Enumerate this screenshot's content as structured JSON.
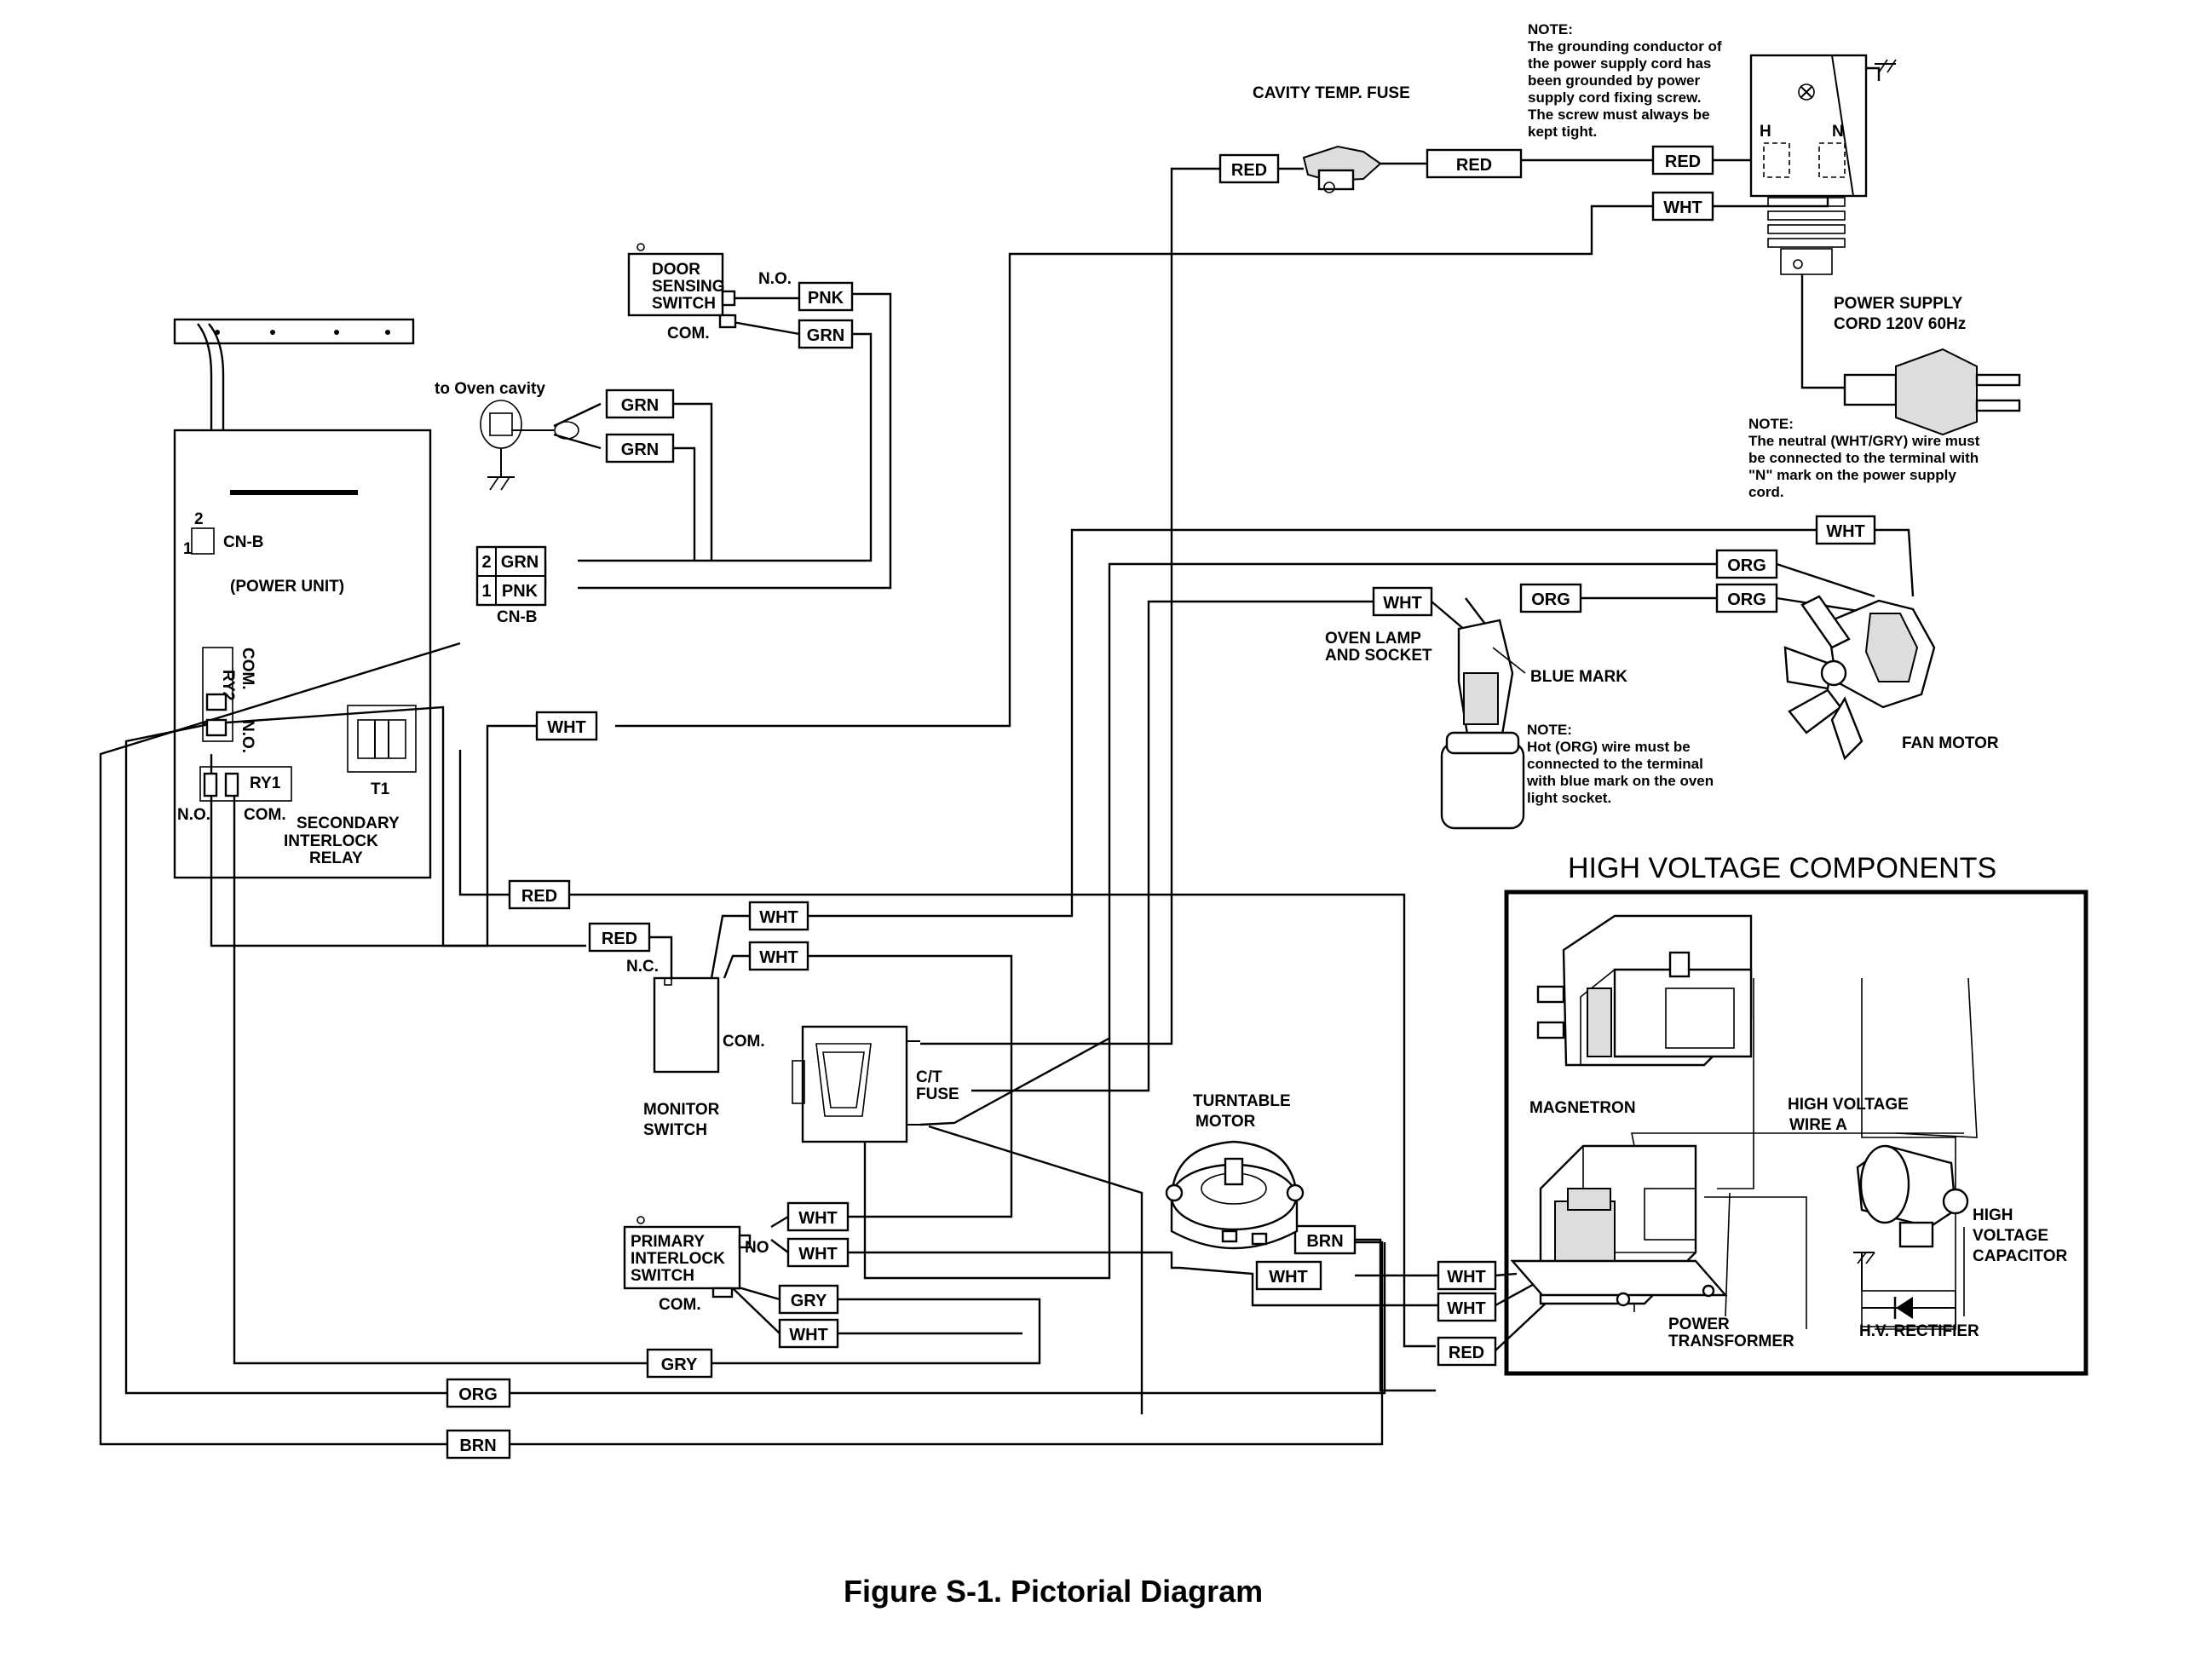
{
  "figure_caption": "Figure S-1. Pictorial Diagram",
  "section_title": "HIGH VOLTAGE COMPONENTS",
  "labels": {
    "cavity_temp_fuse": "CAVITY TEMP. FUSE",
    "power_cord": [
      "POWER SUPPLY",
      "CORD 120V 60Hz"
    ],
    "door_sensing_switch": [
      "DOOR",
      "SENSING",
      "SWITCH"
    ],
    "no": "N.O.",
    "com": "COM.",
    "nc": "N.C.",
    "no_short": "NO",
    "to_oven_cavity": "to Oven cavity",
    "cn_b": "CN-B",
    "cn_b_pin1": "1",
    "cn_b_pin2": "2",
    "power_unit": "(POWER UNIT)",
    "ry2": "RY2",
    "ry1": "RY1",
    "t1": "T1",
    "secondary_interlock_relay": [
      "SECONDARY",
      "INTERLOCK",
      "RELAY"
    ],
    "oven_lamp": [
      "OVEN LAMP",
      "AND SOCKET"
    ],
    "blue_mark": "BLUE MARK",
    "fan_motor": "FAN MOTOR",
    "monitor_switch": [
      "MONITOR",
      "SWITCH"
    ],
    "ct_fuse": [
      "C/T",
      "FUSE"
    ],
    "turntable_motor": [
      "TURNTABLE",
      "MOTOR"
    ],
    "primary_interlock_switch": [
      "PRIMARY",
      "INTERLOCK",
      "SWITCH"
    ],
    "magnetron": "MAGNETRON",
    "hv_wire_a": [
      "HIGH VOLTAGE",
      "WIRE A"
    ],
    "hv_capacitor": [
      "HIGH",
      "VOLTAGE",
      "CAPACITOR"
    ],
    "power_transformer": [
      "POWER",
      "TRANSFORMER"
    ],
    "hv_rectifier": "H.V. RECTIFIER",
    "terminal_h": "H",
    "terminal_n": "N"
  },
  "notes": {
    "ground": [
      "NOTE:",
      "The grounding conductor of",
      "the power supply cord has",
      "been grounded by power",
      "supply cord fixing screw.",
      "The screw must always be",
      "kept tight."
    ],
    "neutral": [
      "NOTE:",
      "The neutral (WHT/GRY) wire must",
      "be connected to the terminal with",
      "\"N\" mark on the power supply",
      "cord."
    ],
    "hot": [
      "NOTE:",
      "Hot (ORG) wire must be",
      "connected to the terminal",
      "with blue mark on the oven",
      "light socket."
    ]
  },
  "wires": {
    "red": "RED",
    "wht": "WHT",
    "pnk": "PNK",
    "grn": "GRN",
    "org": "ORG",
    "gry": "GRY",
    "brn": "BRN"
  }
}
